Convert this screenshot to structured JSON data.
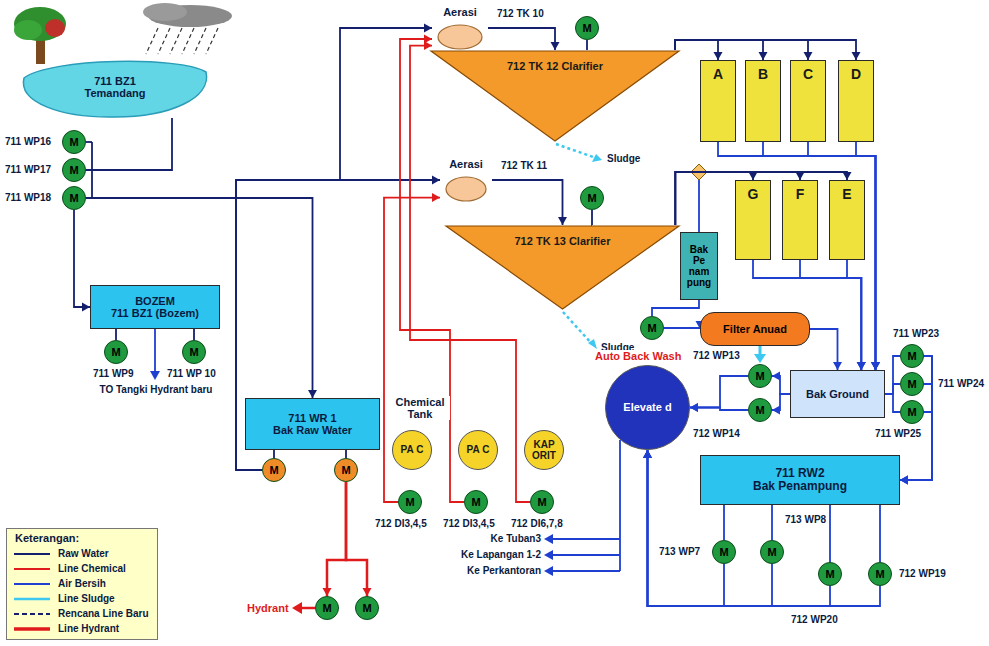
{
  "diagram": {
    "nodes": [
      {
        "text": [
          "711 BZ1 Temandang"
        ]
      },
      {
        "text": [
          "M"
        ]
      },
      {
        "text": [
          "M"
        ]
      },
      {
        "text": [
          "M"
        ]
      },
      {
        "text": [
          "Aerasi"
        ]
      },
      {
        "text": [
          "M"
        ]
      },
      {
        "text": [
          "712 TK 12 Clarifier"
        ]
      },
      {
        "text": [
          "Aerasi"
        ]
      },
      {
        "text": [
          "M"
        ]
      },
      {
        "text": [
          "712 TK 13 Clarifier"
        ]
      },
      {
        "text": [
          "A"
        ]
      },
      {
        "text": [
          "B"
        ]
      },
      {
        "text": [
          "C"
        ]
      },
      {
        "text": [
          "D"
        ]
      },
      {
        "text": [
          "Bak Pe nam pung"
        ]
      },
      {
        "text": [
          "G"
        ]
      },
      {
        "text": [
          "F"
        ]
      },
      {
        "text": [
          "E"
        ]
      },
      {
        "text": [
          "M"
        ]
      },
      {
        "text": [
          "Filter Anuad"
        ]
      },
      {
        "text": [
          "Elevate d"
        ]
      },
      {
        "text": [
          "M"
        ]
      },
      {
        "text": [
          "M"
        ]
      },
      {
        "text": [
          "Bak Ground"
        ]
      },
      {
        "text": [
          "M"
        ]
      },
      {
        "text": [
          "M"
        ]
      },
      {
        "text": [
          "M"
        ]
      },
      {
        "text": [
          "711 RW2",
          "Bak Penampung"
        ]
      },
      {
        "text": [
          "M"
        ]
      },
      {
        "text": [
          "M"
        ]
      },
      {
        "text": [
          "M"
        ]
      },
      {
        "text": [
          "M"
        ]
      },
      {
        "text": [
          "BOZEM",
          "711 BZ1 (Bozem)"
        ]
      },
      {
        "text": [
          "M"
        ]
      },
      {
        "text": [
          "M"
        ]
      },
      {
        "text": [
          "711 WR 1",
          "Bak Raw Water"
        ]
      },
      {
        "text": [
          "M"
        ]
      },
      {
        "text": [
          "M"
        ]
      },
      {
        "text": [
          "M"
        ]
      },
      {
        "text": [
          "M"
        ]
      },
      {
        "text": [
          "PA C"
        ]
      },
      {
        "text": [
          "PA C"
        ]
      },
      {
        "text": [
          "KAP ORIT"
        ]
      },
      {
        "text": [
          "M"
        ]
      },
      {
        "text": [
          "M"
        ]
      },
      {
        "text": [
          "M"
        ]
      }
    ],
    "edges": [
      {
        "from": 0,
        "to": 2,
        "arrow": "none"
      },
      {
        "from": 3,
        "to": 32,
        "arrow": "to"
      },
      {
        "from": 3,
        "to": 35,
        "arrow": "to"
      },
      {
        "from": 32,
        "to": 33,
        "arrow": "none"
      },
      {
        "from": 32,
        "to": 34,
        "arrow": "none"
      },
      {
        "from": 35,
        "to": 36,
        "arrow": "none"
      },
      {
        "from": 35,
        "to": 37,
        "arrow": "none"
      },
      {
        "from": 36,
        "to": 4,
        "arrow": "to"
      },
      {
        "from": 36,
        "to": 7,
        "arrow": "to"
      },
      {
        "from": 37,
        "to": 38,
        "arrow": "to"
      },
      {
        "from": 37,
        "to": 39,
        "arrow": "to"
      },
      {
        "from": 4,
        "to": 6,
        "arrow": "to"
      },
      {
        "from": 5,
        "to": 6,
        "arrow": "none"
      },
      {
        "from": 7,
        "to": 9,
        "arrow": "to"
      },
      {
        "from": 8,
        "to": 9,
        "arrow": "none"
      },
      {
        "from": 6,
        "to": 10,
        "arrow": "to"
      },
      {
        "from": 6,
        "to": 11,
        "arrow": "to"
      },
      {
        "from": 6,
        "to": 12,
        "arrow": "to"
      },
      {
        "from": 6,
        "to": 13,
        "arrow": "to"
      },
      {
        "from": 9,
        "to": 15,
        "arrow": "to"
      },
      {
        "from": 9,
        "to": 16,
        "arrow": "to"
      },
      {
        "from": 9,
        "to": 17,
        "arrow": "to"
      },
      {
        "from": 10,
        "to": 23,
        "arrow": "to"
      },
      {
        "from": 11,
        "to": 23,
        "arrow": "to"
      },
      {
        "from": 12,
        "to": 23,
        "arrow": "to"
      },
      {
        "from": 13,
        "to": 23,
        "arrow": "to"
      },
      {
        "from": 15,
        "to": 23,
        "arrow": "to"
      },
      {
        "from": 16,
        "to": 23,
        "arrow": "to"
      },
      {
        "from": 17,
        "to": 23,
        "arrow": "to"
      },
      {
        "from": 14,
        "to": 18,
        "arrow": "none"
      },
      {
        "from": 18,
        "to": 19,
        "arrow": "to"
      },
      {
        "from": 19,
        "to": 23,
        "arrow": "to"
      },
      {
        "from": 23,
        "to": 21,
        "arrow": "to"
      },
      {
        "from": 23,
        "to": 22,
        "arrow": "to"
      },
      {
        "from": 21,
        "to": 20,
        "arrow": "to"
      },
      {
        "from": 22,
        "to": 20,
        "arrow": "to"
      },
      {
        "from": 23,
        "to": 24,
        "arrow": "none"
      },
      {
        "from": 23,
        "to": 25,
        "arrow": "none"
      },
      {
        "from": 23,
        "to": 26,
        "arrow": "none"
      },
      {
        "from": 24,
        "to": 27,
        "arrow": "to"
      },
      {
        "from": 25,
        "to": 27,
        "arrow": "to"
      },
      {
        "from": 26,
        "to": 27,
        "arrow": "to"
      },
      {
        "from": 27,
        "to": 28,
        "arrow": "none"
      },
      {
        "from": 27,
        "to": 29,
        "arrow": "none"
      },
      {
        "from": 27,
        "to": 30,
        "arrow": "none"
      },
      {
        "from": 27,
        "to": 31,
        "arrow": "none"
      },
      {
        "from": 28,
        "to": 20,
        "arrow": "to"
      },
      {
        "from": 29,
        "to": 20,
        "arrow": "to"
      },
      {
        "from": 30,
        "to": 20,
        "arrow": "to"
      },
      {
        "from": 31,
        "to": 20,
        "arrow": "to"
      },
      {
        "from": 43,
        "to": 7,
        "arrow": "to"
      },
      {
        "from": 44,
        "to": 4,
        "arrow": "to"
      },
      {
        "from": 45,
        "to": 4,
        "arrow": "to"
      }
    ],
    "labels": [
      "712 TK 10",
      "712 TK 11",
      "Sludge",
      "Sludge",
      "711 WP16",
      "711 WP17",
      "711 WP18",
      "711 WP9",
      "711 WP 10",
      "TO Tangki Hydrant baru",
      "Hydrant",
      "Chemical Tank",
      "712 DI3,4,5",
      "712 DI3,4,5",
      "712 DI6,7,8",
      "Ke Tuban3",
      "Ke Lapangan 1-2",
      "Ke Perkantoran",
      "Auto Back Wash",
      "712 WP13",
      "712 WP14",
      "711 WP23",
      "711 WP24",
      "711 WP25",
      "713 WP7",
      "713 WP8",
      "712 WP20",
      "712 WP19",
      "Keterangan:"
    ],
    "legend": [
      {
        "text": "Raw Water"
      },
      {
        "text": "Line Chemical"
      },
      {
        "text": "Air Bersih"
      },
      {
        "text": "Line Sludge"
      },
      {
        "text": "Rencana Line Baru"
      },
      {
        "text": "Line Hydrant"
      }
    ]
  }
}
